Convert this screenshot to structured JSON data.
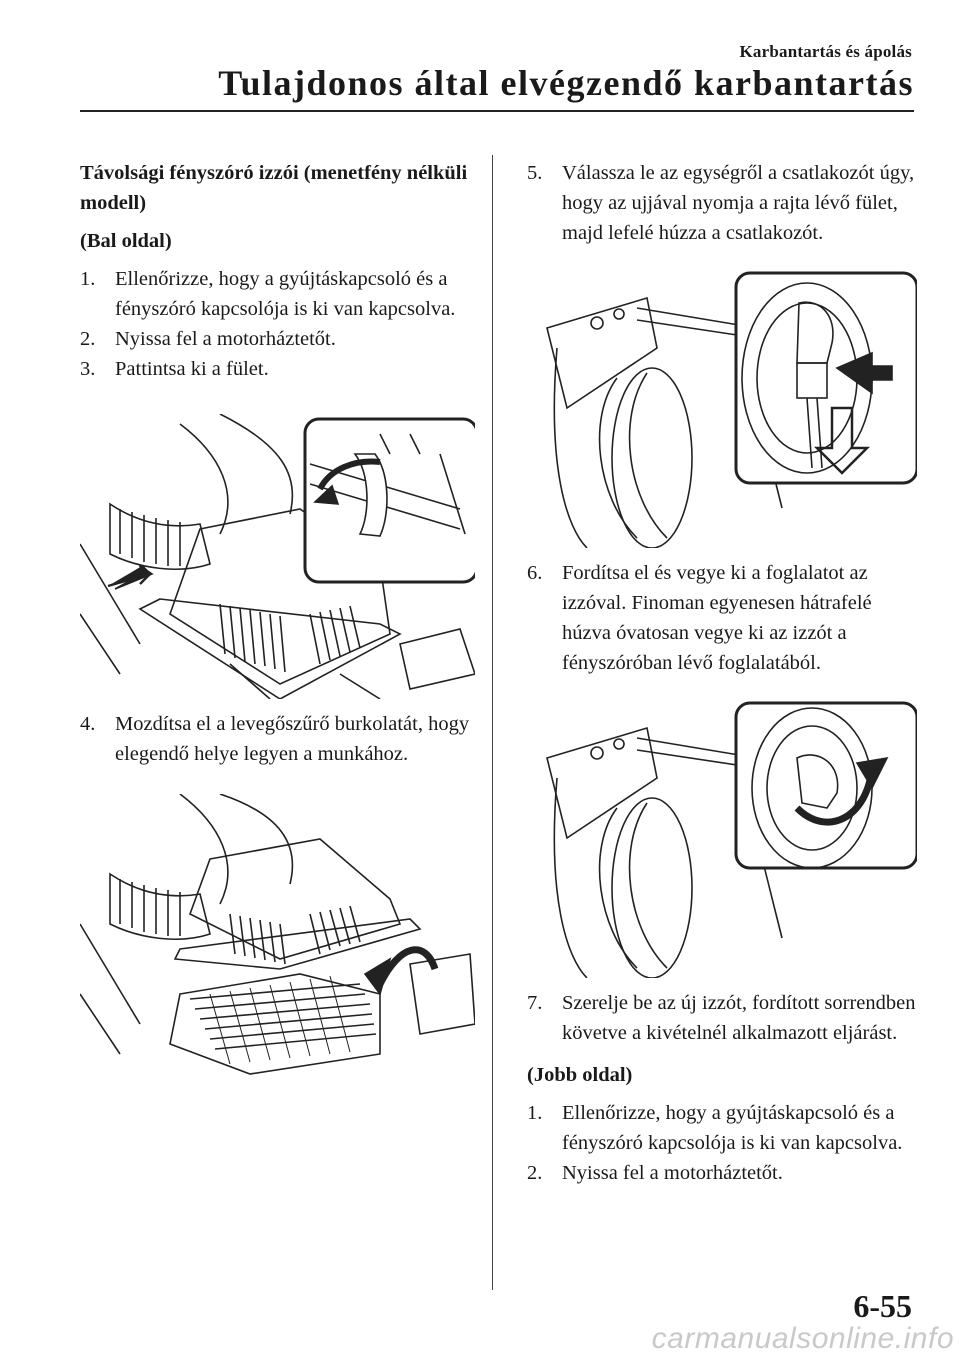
{
  "header": {
    "section": "Karbantartás és ápolás",
    "title": "Tulajdonos által elvégzendő karbantartás"
  },
  "left_column": {
    "heading": "Távolsági fényszóró izzói (menetfény nélküli modell)",
    "subheading": "(Bal oldal)",
    "steps_a": [
      {
        "num": "1.",
        "text": "Ellenőrizze, hogy a gyújtáskapcsoló és a fényszóró kapcsolója is ki van kapcsolva."
      },
      {
        "num": "2.",
        "text": "Nyissa fel a motorháztetőt."
      },
      {
        "num": "3.",
        "text": "Pattintsa ki a fület."
      }
    ],
    "steps_b": [
      {
        "num": "4.",
        "text": "Mozdítsa el a levegőszűrő burkolatát, hogy elegendő helye legyen a munkához."
      }
    ]
  },
  "right_column": {
    "steps_a": [
      {
        "num": "5.",
        "text": "Válassza le az egységről a csatlakozót úgy, hogy az ujjával nyomja a rajta lévő fület, majd lefelé húzza a csatlakozót."
      }
    ],
    "steps_b": [
      {
        "num": "6.",
        "text": "Fordítsa el és vegye ki a foglalatot az izzóval. Finoman egyenesen hátrafelé húzva óvatosan vegye ki az izzót a fényszóróban lévő foglalatából."
      }
    ],
    "steps_c": [
      {
        "num": "7.",
        "text": "Szerelje be az új izzót, fordított sorrendben követve a kivételnél alkalmazott eljárást."
      }
    ],
    "subheading": "(Jobb oldal)",
    "steps_d": [
      {
        "num": "1.",
        "text": "Ellenőrizze, hogy a gyújtáskapcsoló és a fényszóró kapcsolója is ki van kapcsolva."
      },
      {
        "num": "2.",
        "text": "Nyissa fel a motorháztetőt."
      }
    ]
  },
  "page_number": "6-55",
  "watermark": "carmanualsonline.info"
}
